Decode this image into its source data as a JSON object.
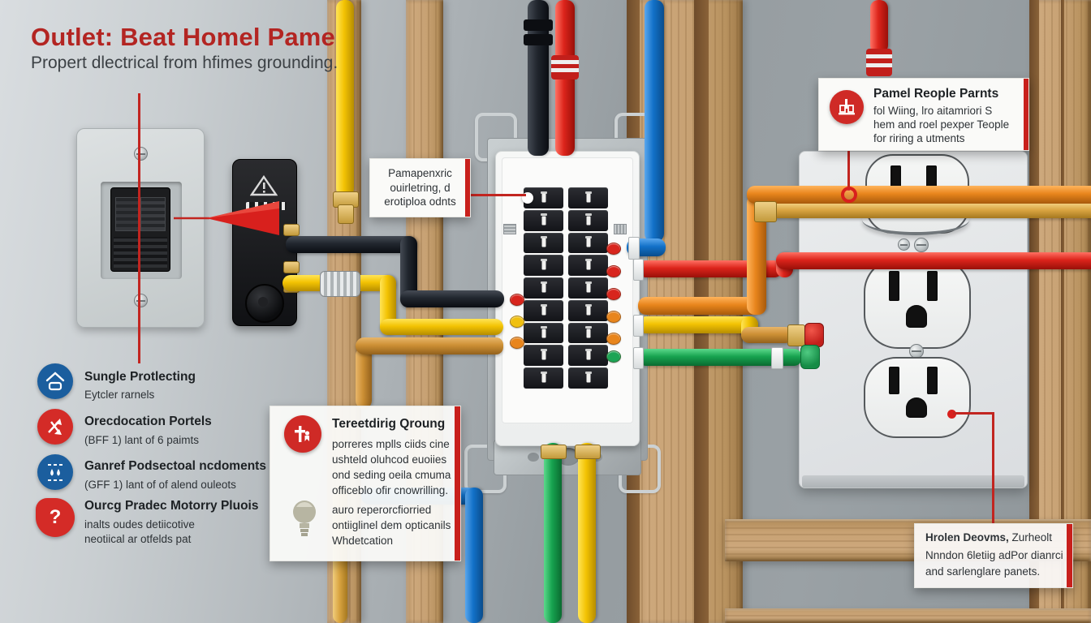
{
  "title": {
    "heading": "Outlet: Beat Homel Pame",
    "subheading": "Propert dlectrical from hfimes grounding."
  },
  "callouts": {
    "panel_note": {
      "lines": [
        "Pamapenxric",
        "ouirletring, d",
        "erotiploa odnts"
      ]
    },
    "grounding": {
      "heading": "Tereetdirig Qroung",
      "body": [
        "porreres mplls ciids cine",
        "ushteld oluhcod euoiies",
        "ond seding oeila cmuma",
        "officeblo ofir cnowrilling."
      ],
      "tip": [
        "auro reperorcfiorried",
        "ontiiglinel dem opticanils",
        "Whdetcation"
      ]
    },
    "panel_parts": {
      "heading": "Pamel Reople Parnts",
      "body": [
        "fol Wiing, lro aitamriori S",
        "hem and roel pexper Teople",
        "for riring a utments"
      ]
    },
    "devices": {
      "heading_bold": "Hrolen Deovms,",
      "heading_rest": " Zurheolt",
      "body": [
        "Nnndon 6letiig adPor dianrci",
        "and sarlenglare panets."
      ]
    }
  },
  "legend": {
    "items": [
      {
        "icon": "home-plug-icon",
        "title": "Sungle Protlecting",
        "lines": [
          "Eytcler rarnels"
        ]
      },
      {
        "icon": "diverging-arrows-icon",
        "title": "Orecdocation Portels",
        "lines": [
          "(BFF 1) lant of 6 paimts"
        ]
      },
      {
        "icon": "water-drops-icon",
        "title": "Ganref Podsectoal ncdoments",
        "lines": [
          "(GFF 1) lant of of alend ouleots"
        ]
      },
      {
        "icon": "question-mark-icon",
        "title": "Ourcg Pradec Motorry Pluois",
        "lines": [
          "inalts oudes detiicotive",
          "neotiical ar otfelds pat"
        ]
      }
    ]
  },
  "panel": {
    "breaker_rows_per_column": 9,
    "columns": 2
  },
  "colors": {
    "accent_red": "#c22520",
    "wire_black": "#21262e",
    "wire_red": "#dc241b",
    "wire_yellow": "#f3c303",
    "wire_orange": "#e8851c",
    "wire_amber": "#cd9035",
    "wire_green": "#17a350",
    "wire_blue": "#1271c8",
    "wire_gold": "#d9a441",
    "legend_blue": "#1b5e9e",
    "legend_red": "#d42b27",
    "wood": "#c7a173",
    "wall": "#9aa1a5"
  }
}
